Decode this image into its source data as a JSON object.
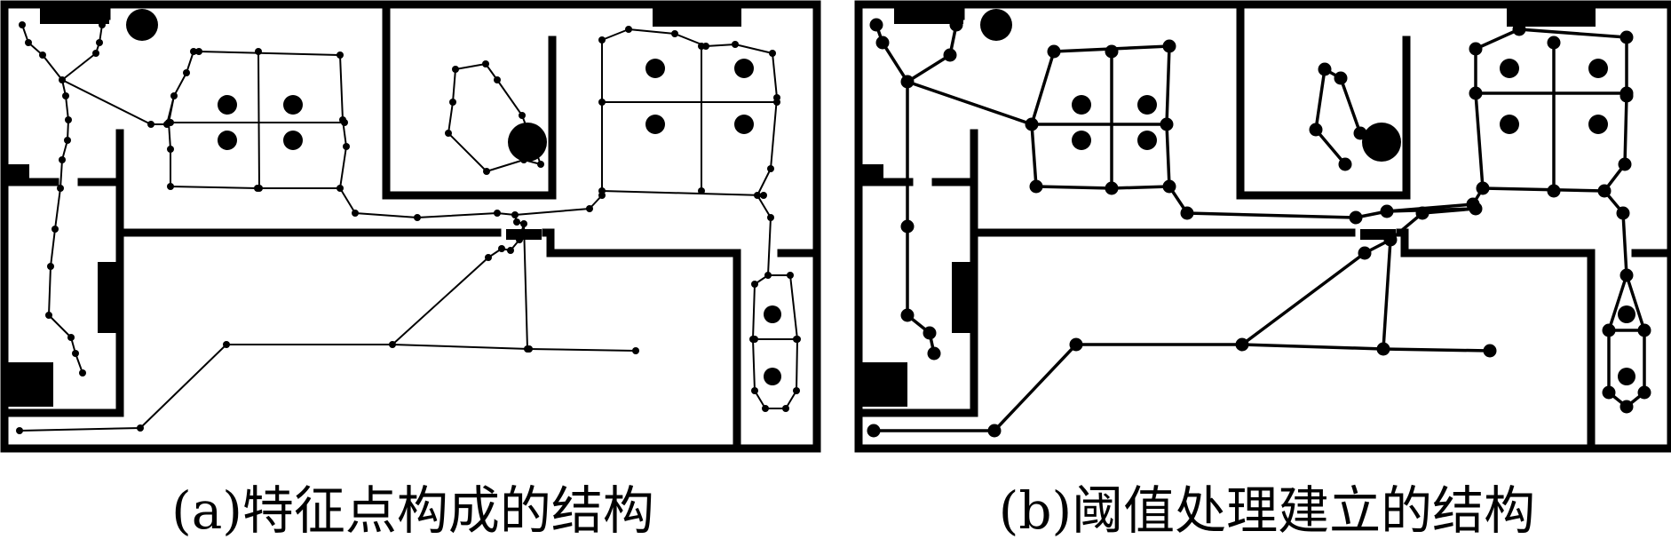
{
  "colors": {
    "ink": "#000000",
    "paper": "#ffffff"
  },
  "figures": [
    {
      "id": "a",
      "caption": "(a)特征点构成的结构"
    },
    {
      "id": "b",
      "caption": "(b)阈值处理建立的结构"
    }
  ]
}
